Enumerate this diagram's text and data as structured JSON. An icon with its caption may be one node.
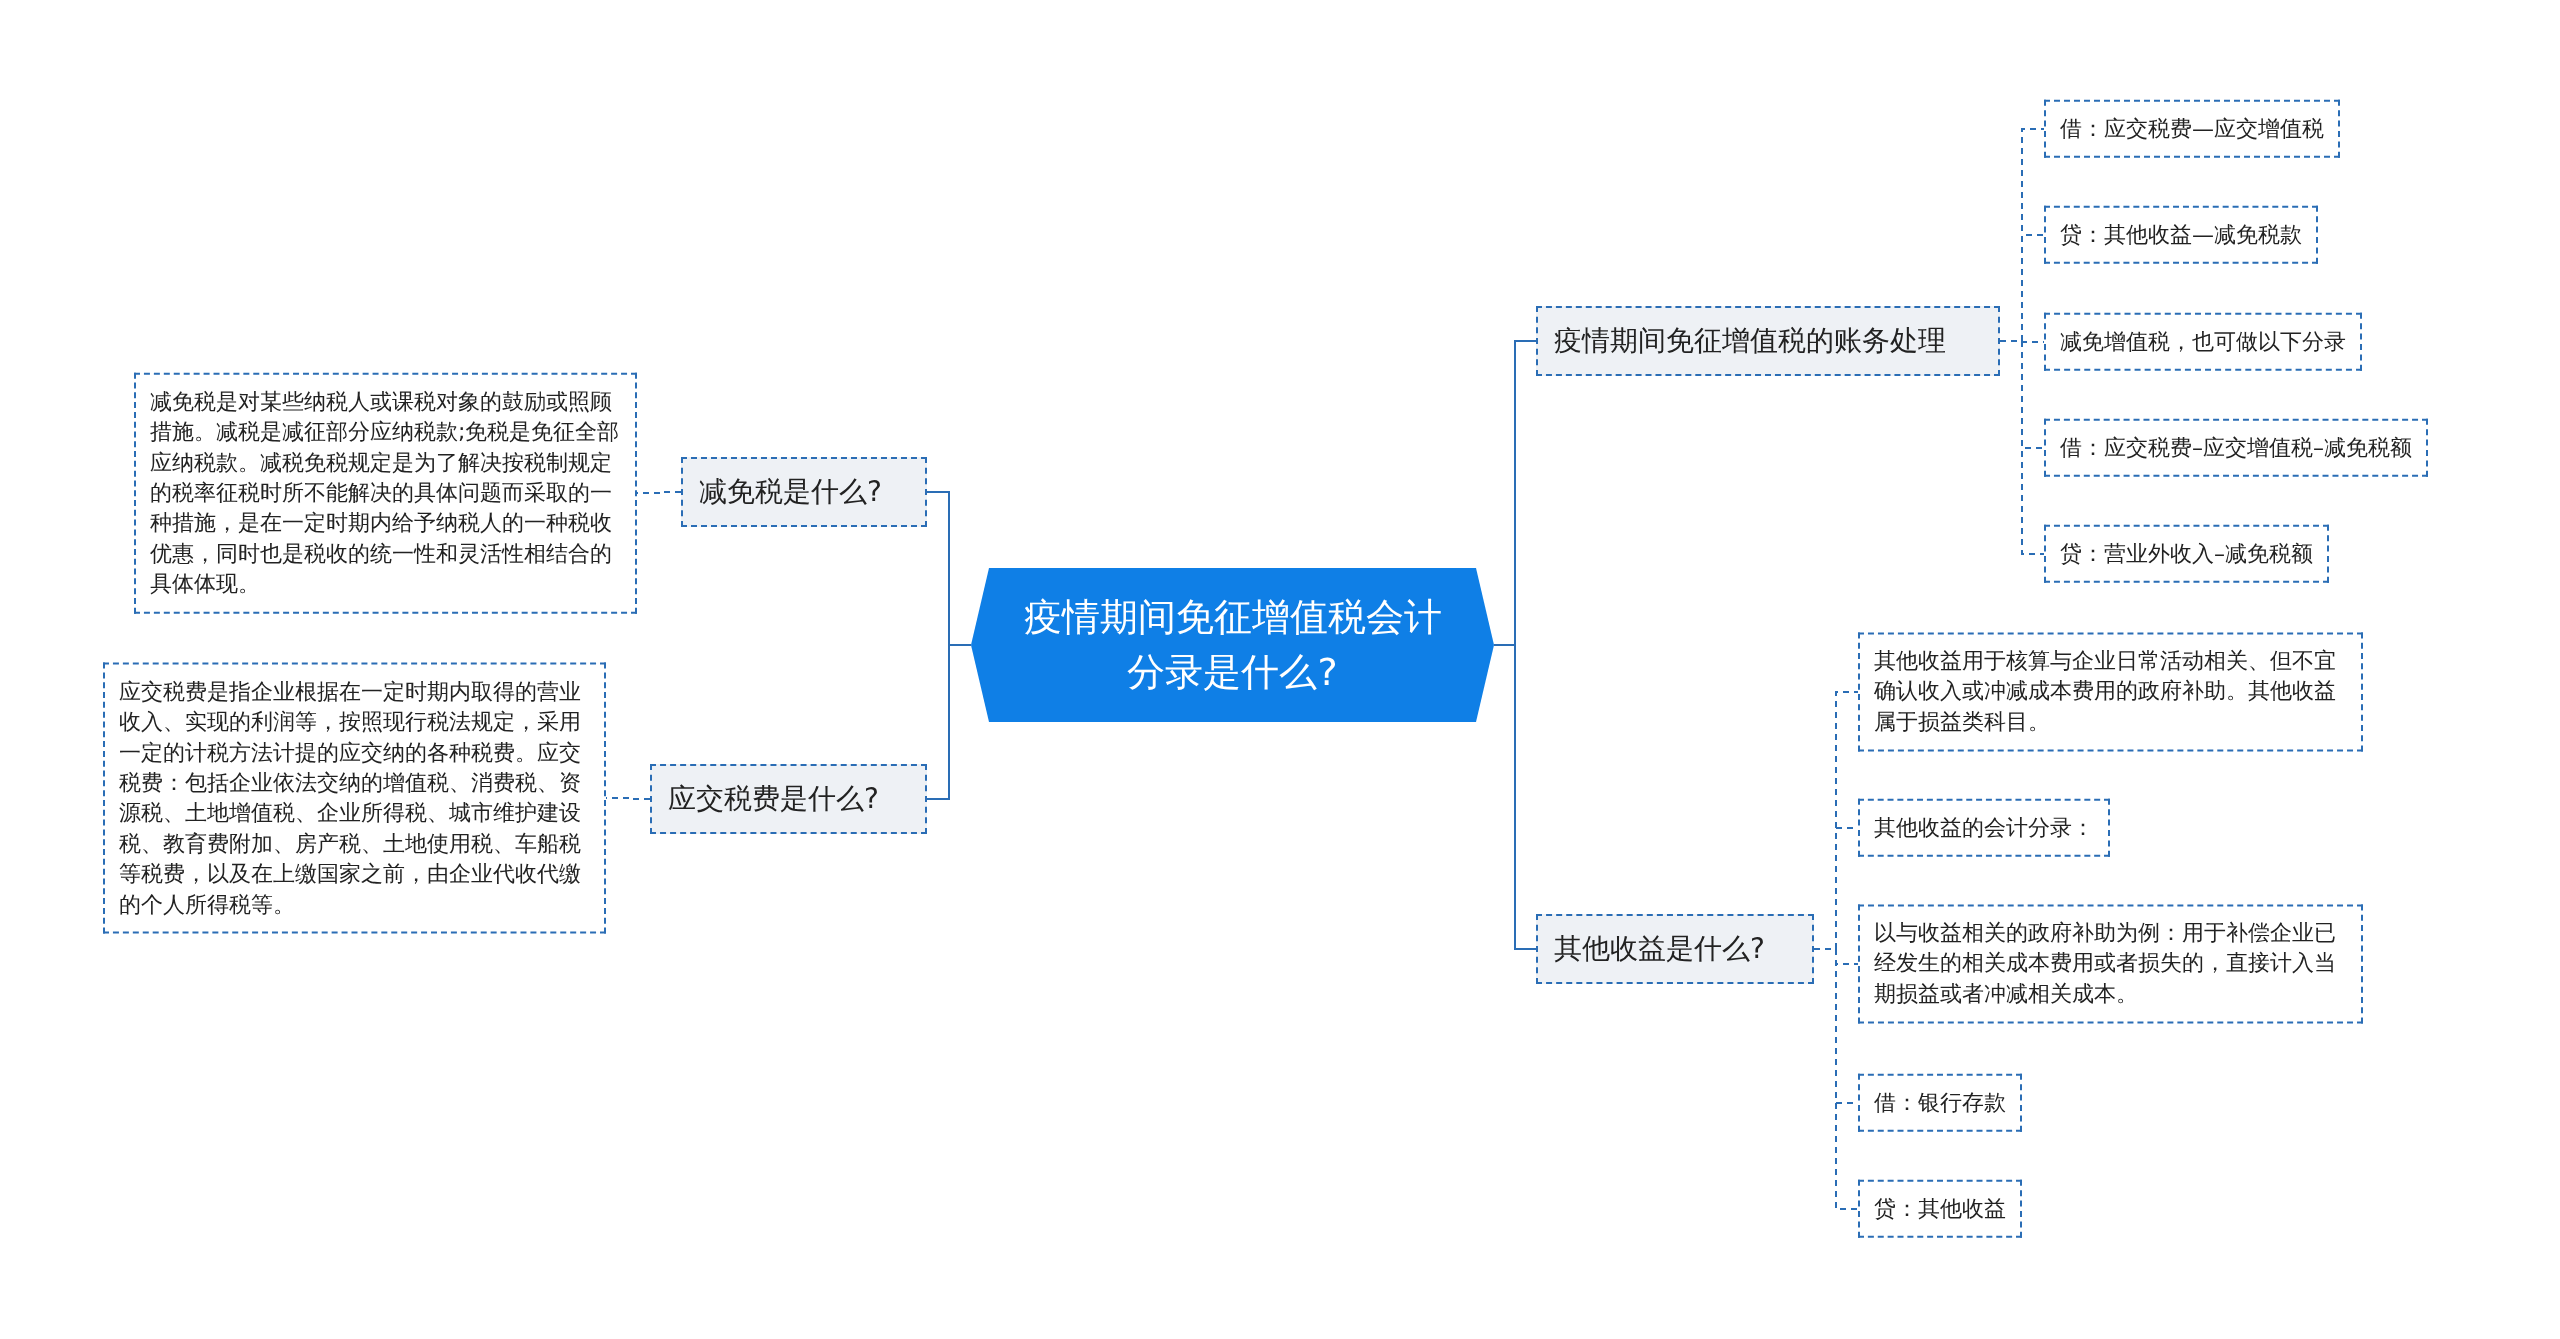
{
  "diagram": {
    "nodes": [
      {
        "text": [
          "疫情期间免征增值税会计分录是什么?"
        ]
      },
      {
        "text": [
          "减免税是什么?"
        ]
      },
      {
        "text": [
          "减免税是对某些纳税人或课税对象的鼓励或照顾措施。减税是减征部分应纳税款;免税是免征全部应纳税款。减税免税规定是为了解决按税制规定的税率征税时所不能解决的具体问题而采取的一种措施，是在一定时期内给予纳税人的一种税收优惠，同时也是税收的统一性和灵活性相结合的具体体现。"
        ]
      },
      {
        "text": [
          "应交税费是什么?"
        ]
      },
      {
        "text": [
          "应交税费是指企业根据在一定时期内取得的营业收入、实现的利润等，按照现行税法规定，采用一定的计税方法计提的应交纳的各种税费。应交税费：包括企业依法交纳的增值税、消费税、资源税、土地增值税、企业所得税、城市维护建设税、教育费附加、房产税、土地使用税、车船税等税费，以及在上缴国家之前，由企业代收代缴的个人所得税等。"
        ]
      },
      {
        "text": [
          "疫情期间免征增值税的账务处理"
        ]
      },
      {
        "text": [
          "借：应交税费—应交增值税"
        ]
      },
      {
        "text": [
          "贷：其他收益—减免税款"
        ]
      },
      {
        "text": [
          "减免增值税，也可做以下分录"
        ]
      },
      {
        "text": [
          "借：应交税费–应交增值税–减免税额"
        ]
      },
      {
        "text": [
          "贷：营业外收入–减免税额"
        ]
      },
      {
        "text": [
          "其他收益是什么?"
        ]
      },
      {
        "text": [
          "其他收益用于核算与企业日常活动相关、但不宜确认收入或冲减成本费用的政府补助。其他收益属于损益类科目。"
        ]
      },
      {
        "text": [
          "其他收益的会计分录："
        ]
      },
      {
        "text": [
          "以与收益相关的政府补助为例：用于补偿企业已经发生的相关成本费用或者损失的，直接计入当期损益或者冲减相关成本。"
        ]
      },
      {
        "text": [
          "借：银行存款"
        ]
      },
      {
        "text": [
          "贷：其他收益"
        ]
      }
    ],
    "edges": [
      {
        "from": 0,
        "to": 1,
        "arrow": "none"
      },
      {
        "from": 0,
        "to": 3,
        "arrow": "none"
      },
      {
        "from": 0,
        "to": 5,
        "arrow": "none"
      },
      {
        "from": 0,
        "to": 11,
        "arrow": "none"
      },
      {
        "from": 1,
        "to": 2,
        "arrow": "none",
        "style": "dashed"
      },
      {
        "from": 3,
        "to": 4,
        "arrow": "none",
        "style": "dashed"
      },
      {
        "from": 5,
        "to": 6,
        "arrow": "none",
        "style": "dashed"
      },
      {
        "from": 5,
        "to": 7,
        "arrow": "none",
        "style": "dashed"
      },
      {
        "from": 5,
        "to": 8,
        "arrow": "none",
        "style": "dashed"
      },
      {
        "from": 5,
        "to": 9,
        "arrow": "none",
        "style": "dashed"
      },
      {
        "from": 5,
        "to": 10,
        "arrow": "none",
        "style": "dashed"
      },
      {
        "from": 11,
        "to": 12,
        "arrow": "none",
        "style": "dashed"
      },
      {
        "from": 11,
        "to": 13,
        "arrow": "none",
        "style": "dashed"
      },
      {
        "from": 11,
        "to": 14,
        "arrow": "none",
        "style": "dashed"
      },
      {
        "from": 11,
        "to": 15,
        "arrow": "none",
        "style": "dashed"
      },
      {
        "from": 11,
        "to": 16,
        "arrow": "none",
        "style": "dashed"
      }
    ]
  }
}
